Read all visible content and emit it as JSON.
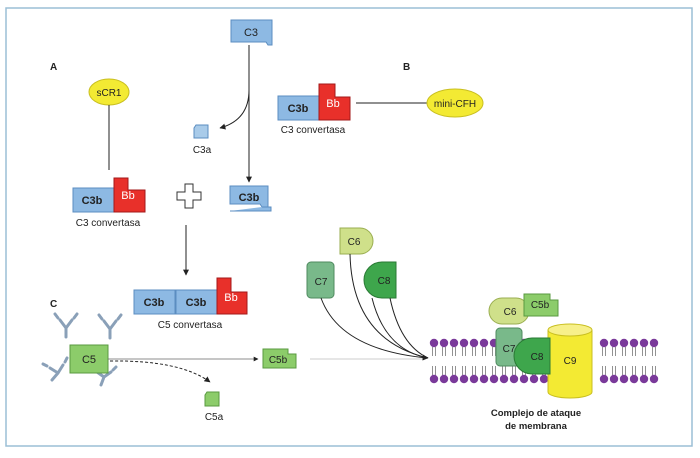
{
  "panels": {
    "a": "A",
    "b": "B",
    "c": "C"
  },
  "molecules": {
    "c3": "C3",
    "c3a": "C3a",
    "c3b": "C3b",
    "bb": "Bb",
    "scr1": "sCR1",
    "mini_cfh": "mini-CFH",
    "c5": "C5",
    "c5a": "C5a",
    "c5b": "C5b",
    "c6": "C6",
    "c7": "C7",
    "c8": "C8",
    "c9": "C9"
  },
  "labels": {
    "c3_convertasa": "C3 convertasa",
    "c5_convertasa": "C5 convertasa",
    "mac_line1": "Complejo de ataque",
    "mac_line2": "de membrana"
  },
  "colors": {
    "c3b_blue": "#8db9e3",
    "c3b_border": "#5b8dc0",
    "bb_red": "#e8302a",
    "bb_border": "#a3181a",
    "yellow": "#f3ea33",
    "c5_green": "#8ccc6a",
    "c6_green": "#cfe08a",
    "c7_green": "#79b98a",
    "c8_green": "#3ea64c",
    "c9_yellow": "#f3ea33",
    "lipid_purple": "#7a3a9a",
    "antibody_blue": "#8aa0b8",
    "frame": "#9bbfd6"
  }
}
